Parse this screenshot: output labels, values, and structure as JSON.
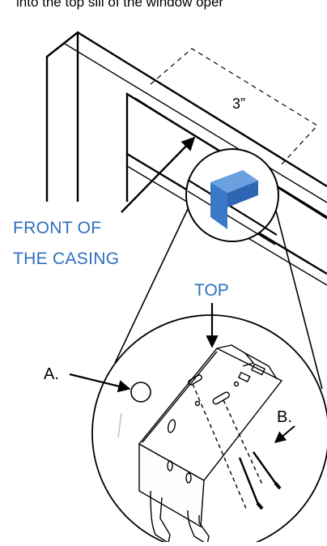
{
  "caption": "into the top sill of the window oper",
  "dimension_label": "3”",
  "front_line1": "FRONT OF",
  "front_line2": "THE CASING",
  "top_label": "TOP",
  "label_a": "A.",
  "label_b": "B.",
  "colors": {
    "accent_blue": "#2e6fbe",
    "bracket_blue": "#3a78c9",
    "ink": "#000000"
  }
}
